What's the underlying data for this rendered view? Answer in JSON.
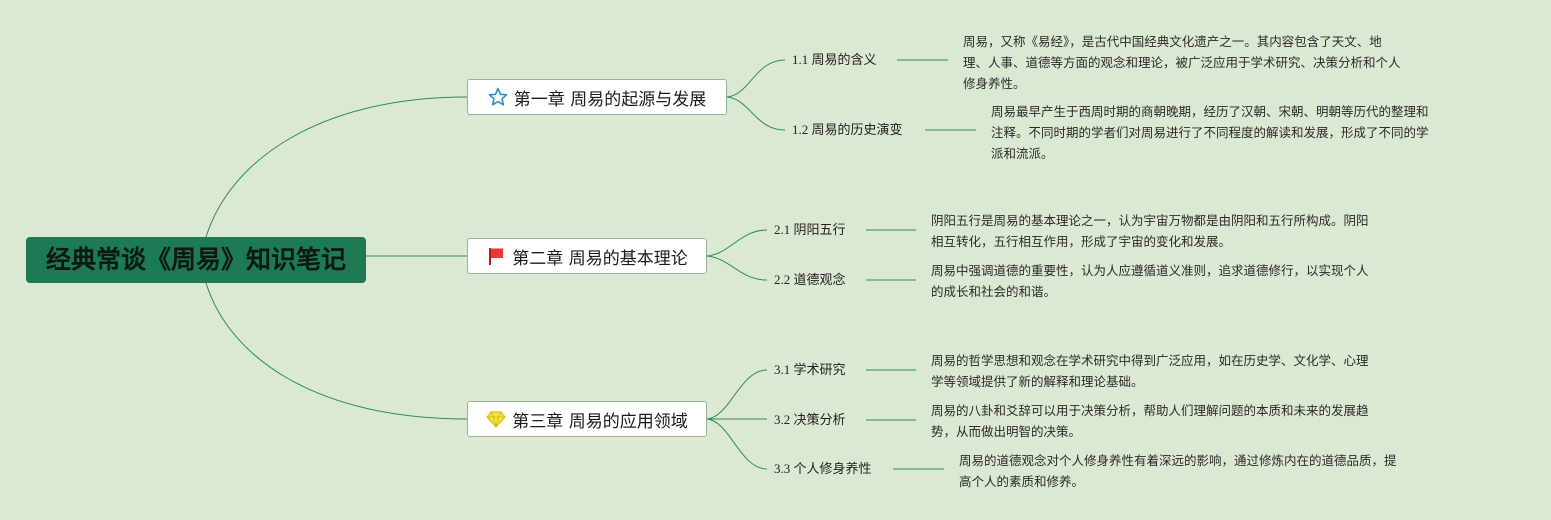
{
  "root": {
    "title": "经典常谈《周易》知识笔记"
  },
  "chapters": [
    {
      "title": "第一章 周易的起源与发展",
      "icon": "star-icon",
      "sections": [
        {
          "label": "1.1 周易的含义",
          "lines": [
            "周易，又称《易经》，是古代中国经典文化遗产之一。其内容包含了天文、地",
            "理、人事、道德等方面的观念和理论，被广泛应用于学术研究、决策分析和个人",
            "修身养性。"
          ]
        },
        {
          "label": "1.2 周易的历史演变",
          "lines": [
            "周易最早产生于西周时期的商朝晚期，经历了汉朝、宋朝、明朝等历代的整理和",
            "注释。不同时期的学者们对周易进行了不同程度的解读和发展，形成了不同的学",
            "派和流派。"
          ]
        }
      ]
    },
    {
      "title": "第二章 周易的基本理论",
      "icon": "red-flag-icon",
      "sections": [
        {
          "label": "2.1 阴阳五行",
          "lines": [
            "阴阳五行是周易的基本理论之一，认为宇宙万物都是由阴阳和五行所构成。阴阳",
            "相互转化，五行相互作用，形成了宇宙的变化和发展。"
          ]
        },
        {
          "label": "2.2 道德观念",
          "lines": [
            "周易中强调道德的重要性，认为人应遵循道义准则，追求道德修行，以实现个人",
            "的成长和社会的和谐。"
          ]
        }
      ]
    },
    {
      "title": "第三章 周易的应用领域",
      "icon": "diamond-icon",
      "sections": [
        {
          "label": "3.1 学术研究",
          "lines": [
            "周易的哲学思想和观念在学术研究中得到广泛应用，如在历史学、文化学、心理",
            "学等领域提供了新的解释和理论基础。"
          ]
        },
        {
          "label": "3.2 决策分析",
          "lines": [
            "周易的八卦和爻辞可以用于决策分析，帮助人们理解问题的本质和未来的发展趋",
            "势，从而做出明智的决策。"
          ]
        },
        {
          "label": "3.3 个人修身养性",
          "lines": [
            "周易的道德观念对个人修身养性有着深远的影响，通过修炼内在的道德品质，提",
            "高个人的素质和修养。"
          ]
        }
      ]
    }
  ],
  "colors": {
    "background": "#dbe9d2",
    "root_fill": "#1d7a55",
    "connector": "#2e8a5f"
  }
}
